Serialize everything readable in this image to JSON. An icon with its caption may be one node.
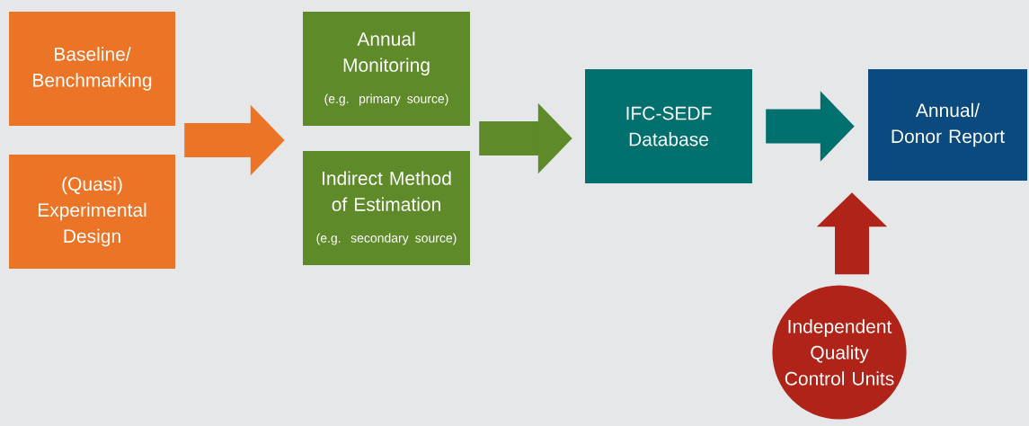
{
  "diagram": {
    "nodes": [
      {
        "text": [
          "Baseline/ Benchmarking"
        ]
      },
      {
        "text": [
          "(Quasi) Experimental Design"
        ]
      },
      {
        "text": [
          "Annual Monitoring",
          "(e.g. primary source)"
        ]
      },
      {
        "text": [
          "Indirect Method of Estimation",
          "(e.g. secondary source)"
        ]
      },
      {
        "text": [
          "IFC-SEDF Database"
        ]
      },
      {
        "text": [
          "Annual/ Donor Report"
        ]
      },
      {
        "text": [
          "Independent Quality Control Units"
        ]
      }
    ],
    "edges": [
      {
        "from": 0,
        "to": 2,
        "arrow": "to"
      },
      {
        "from": 0,
        "to": 3,
        "arrow": "to"
      },
      {
        "from": 1,
        "to": 2,
        "arrow": "to"
      },
      {
        "from": 1,
        "to": 3,
        "arrow": "to"
      },
      {
        "from": 2,
        "to": 4,
        "arrow": "to",
        "color": "#5e8a2a"
      },
      {
        "from": 3,
        "to": 4,
        "arrow": "to",
        "color": "#5e8a2a"
      },
      {
        "from": 4,
        "to": 5,
        "arrow": "to",
        "color": "#00706f"
      },
      {
        "from": 6,
        "to": 5,
        "arrow": "to",
        "color": "#b02318"
      }
    ]
  }
}
